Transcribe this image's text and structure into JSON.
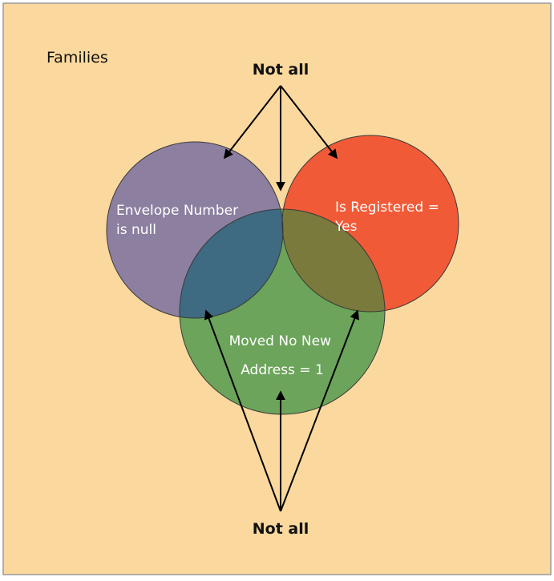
{
  "universe_label": "Families",
  "top_annotation": "Not all",
  "bottom_annotation": "Not all",
  "sets": {
    "envelope": {
      "line1": "Envelope Number",
      "line2": "is null"
    },
    "registered": {
      "line1": "Is Registered =",
      "line2": "Yes"
    },
    "moved": {
      "line1": "Moved No New",
      "line2": "Address  = 1"
    }
  },
  "colors": {
    "background": "#fbd89d",
    "envelope_set": "#8c7fa0",
    "registered_set": "#f15a37",
    "moved_set": "#6ba45a",
    "envelope_registered_overlap": "#8b3a6a",
    "envelope_moved_overlap": "#3e6a82",
    "registered_moved_overlap": "#7a7a3d",
    "center_region": "#ffffff",
    "arrows": "#000000"
  }
}
